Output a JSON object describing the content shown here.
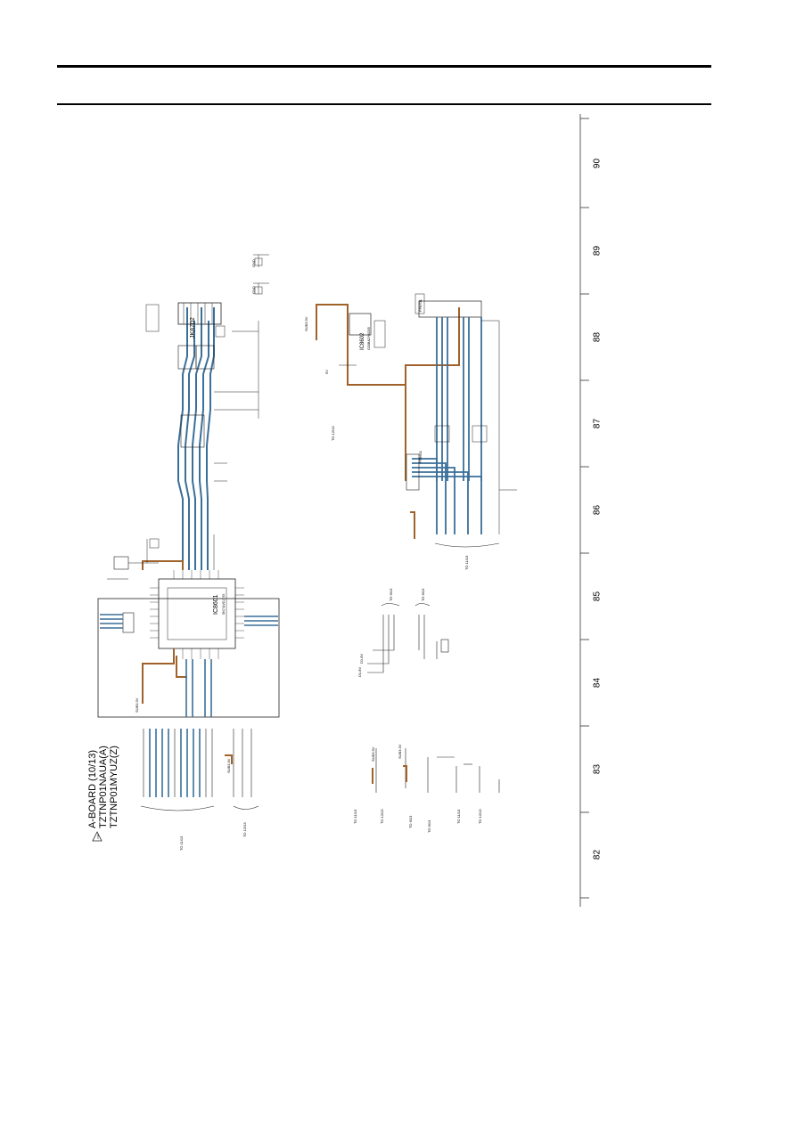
{
  "board": {
    "warning_symbol": "!",
    "title_line1": "A-BOARD (10/13)",
    "title_line2": "TZTNP01NAUA(A)",
    "title_line3": "TZTNP01MYUZ(Z)"
  },
  "zones": [
    "90",
    "89",
    "88",
    "87",
    "86",
    "85",
    "84",
    "83",
    "82"
  ],
  "components": {
    "ic_main": "IC8601",
    "ic_main_sub": "SN74LVC1T45",
    "jk_main": "JK8702",
    "ic_left": "IC8602",
    "ic_left_sub": "C0DBAZY00205",
    "conn_top_tag": "FP8601",
    "conn_side_tag": "FP8701"
  },
  "references": {
    "to_1113": "TO 11/13",
    "to_1213": "TO 12/13",
    "to_913": "TO 9/13",
    "to_613": "TO 6/13"
  },
  "power": {
    "v_33": "SUB3.3V",
    "v_18": "D1.8V",
    "v_5": "5V",
    "gnd": "GND"
  },
  "colors": {
    "signal_blue": "#3a6f9a",
    "power_brown": "#a0622a",
    "ground_grey": "#777777",
    "wire_black": "#222222"
  }
}
